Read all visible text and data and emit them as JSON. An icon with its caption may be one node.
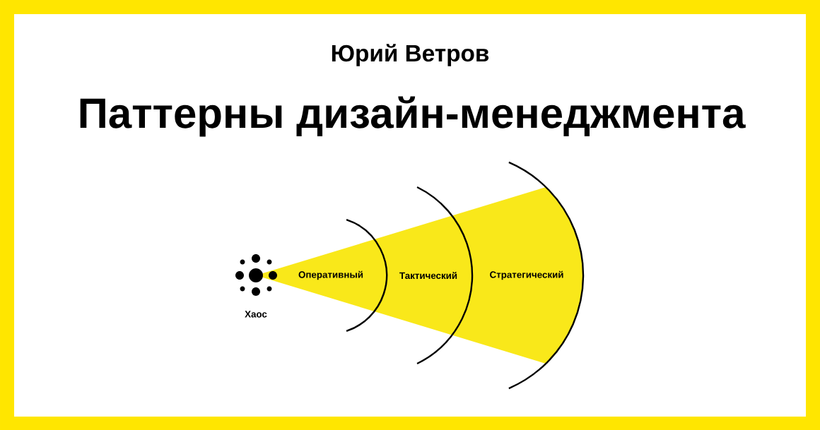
{
  "diagram": {
    "title": "Паттерны дизайн-менеджмента",
    "labels": [
      "Юрий Ветров",
      "Хаос",
      "Оперативный",
      "Тактический",
      "Стратегический"
    ]
  }
}
